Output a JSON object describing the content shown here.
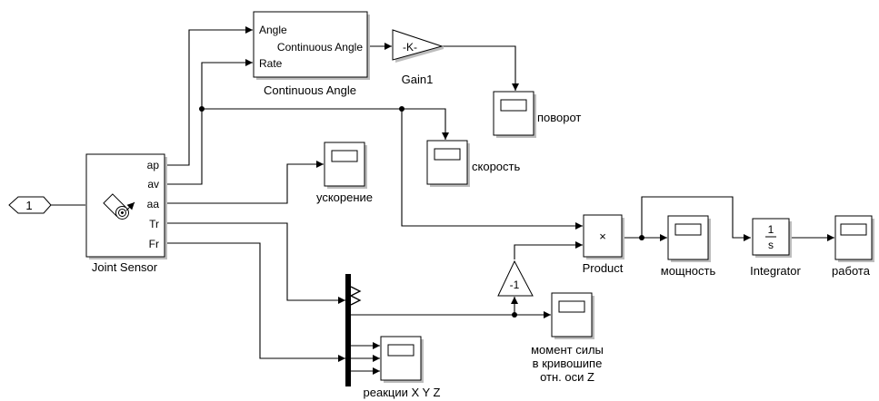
{
  "inport": {
    "number": "1"
  },
  "joint_sensor": {
    "label": "Joint Sensor",
    "ports": {
      "ap": "ap",
      "av": "av",
      "aa": "aa",
      "tr": "Tr",
      "fr": "Fr"
    }
  },
  "continuous_angle": {
    "label": "Continuous Angle",
    "in_angle": "Angle",
    "in_rate": "Rate",
    "out": "Continuous Angle"
  },
  "gain1": {
    "label": "Gain1",
    "value": "-K-"
  },
  "gain_neg": {
    "value": "-1"
  },
  "product": {
    "label": "Product",
    "symbol": "×"
  },
  "integrator": {
    "label": "Integrator",
    "num": "1",
    "den": "s"
  },
  "scopes": {
    "rotation": "поворот",
    "velocity": "скорость",
    "acceleration": "ускорение",
    "power": "мощность",
    "work": "работа",
    "torque_line1": "момент силы",
    "torque_line2": "в кривошипе",
    "torque_line3": "отн. оси Z",
    "reactions": "реакции X Y Z"
  }
}
